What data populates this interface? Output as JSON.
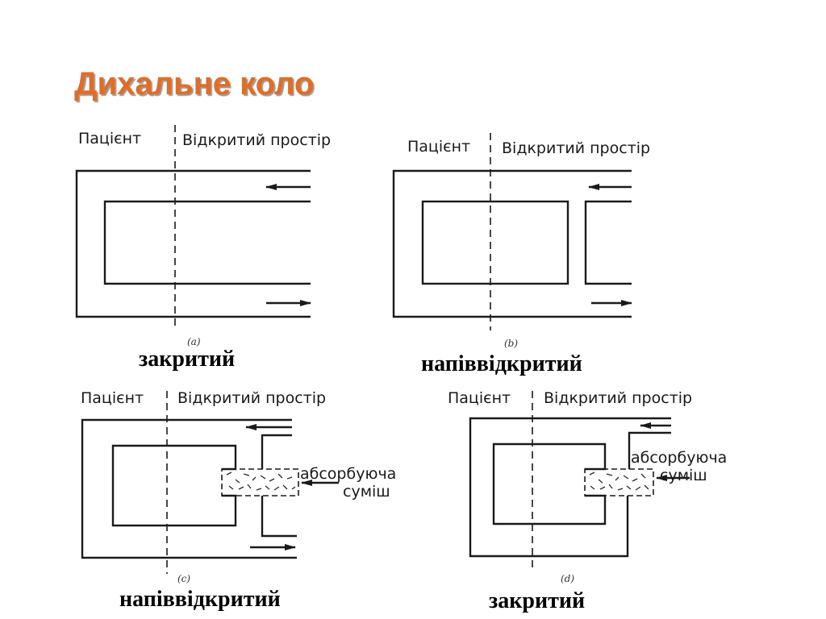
{
  "slide": {
    "title": "Дихальне коло"
  },
  "panels": [
    {
      "id": "a",
      "sublabel": "(a)",
      "patient_label": "Пацієнт",
      "open_space_label": "Відкритий простір",
      "caption": "закритий"
    },
    {
      "id": "b",
      "sublabel": "(b)",
      "patient_label": "Пацієнт",
      "open_space_label": "Відкритий простір",
      "caption": "напіввідкритий"
    },
    {
      "id": "c",
      "sublabel": "(c)",
      "patient_label": "Пацієнт",
      "open_space_label": "Відкритий простір",
      "absorbent_label_line1": "абсорбуюча",
      "absorbent_label_line2": "суміш",
      "caption": "напіввідкритий"
    },
    {
      "id": "d",
      "sublabel": "(d)",
      "patient_label": "Пацієнт",
      "open_space_label": "Відкритий простір",
      "absorbent_label_line1": "абсорбуюча",
      "absorbent_label_line2": "суміш",
      "caption": "закритий"
    }
  ]
}
